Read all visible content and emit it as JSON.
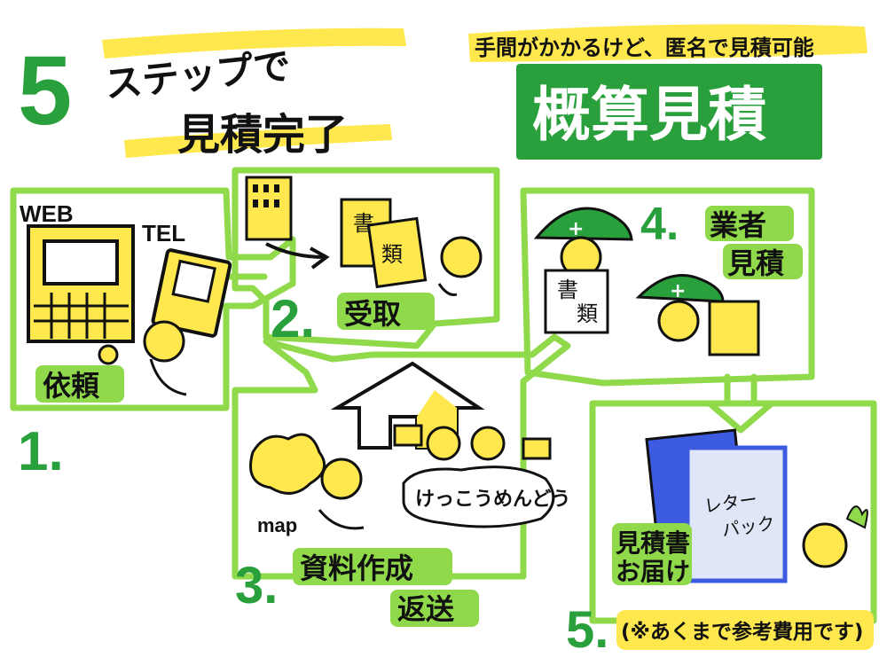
{
  "header": {
    "step_count": "5",
    "title_line1": "ステップで",
    "title_line2": "見積完了",
    "subtitle": "手間がかかるけど、匿名で見積可能",
    "badge": "概算見積"
  },
  "steps": [
    {
      "number": "1.",
      "label": "依頼",
      "tags": [
        "WEB",
        "TEL"
      ]
    },
    {
      "number": "2.",
      "label": "受取",
      "doc_text": [
        "書",
        "類"
      ]
    },
    {
      "number": "3.",
      "label_line1": "資料作成",
      "label_line2": "返送",
      "map_label": "map",
      "speech": "けっこうめんどう"
    },
    {
      "number": "4.",
      "label_line1": "業者",
      "label_line2": "見積",
      "doc_text": [
        "書",
        "類"
      ]
    },
    {
      "number": "5.",
      "label_line1": "見積書",
      "label_line2": "お届け",
      "envelope_text": [
        "レター",
        "パック"
      ],
      "note": "(※あくまで参考費用です)"
    }
  ],
  "colors": {
    "green": "#29a03c",
    "light_green": "#8fd94a",
    "yellow": "#ffe84d",
    "blue": "#3d5be0"
  }
}
